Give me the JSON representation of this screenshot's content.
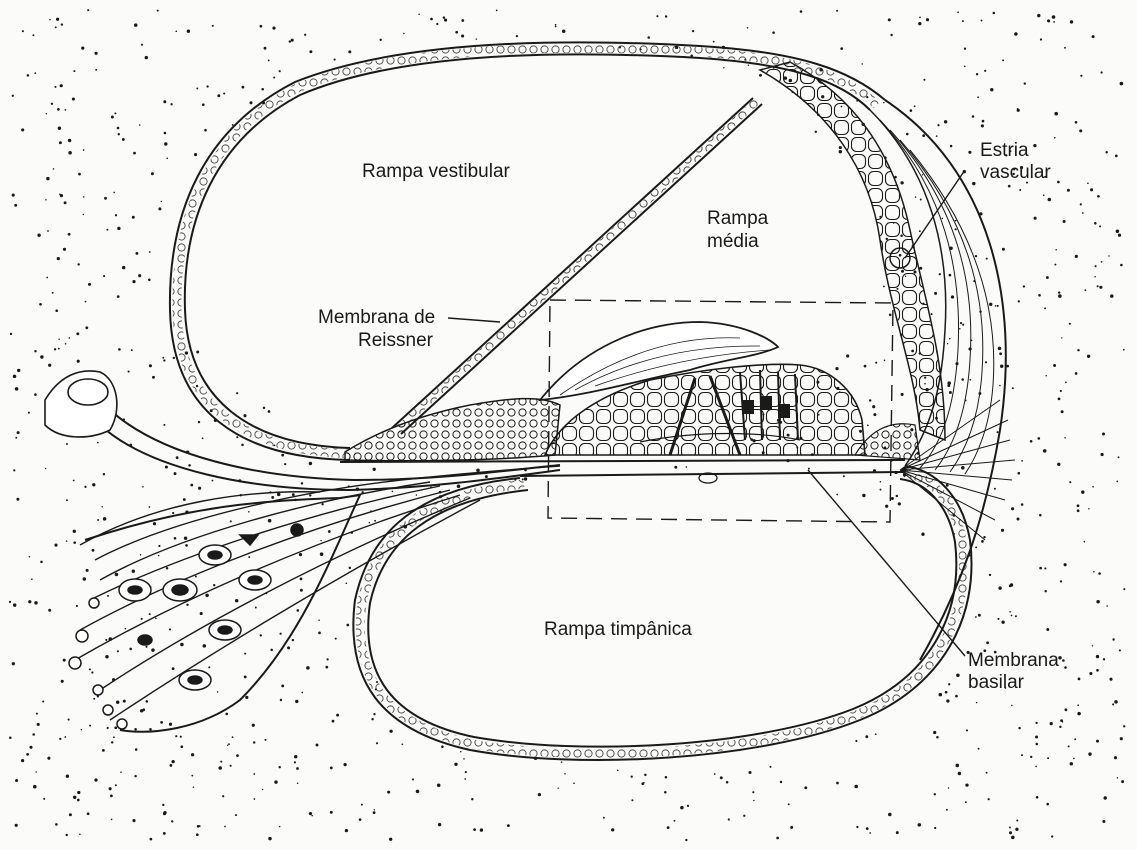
{
  "labels": {
    "rampa_vestibular": "Rampa vestibular",
    "rampa_media_1": "Rampa",
    "rampa_media_2": "média",
    "estria_1": "Estria",
    "estria_2": "vascular",
    "reissner_1": "Membrana de",
    "reissner_2": "Reissner",
    "rampa_timpanica": "Rampa timpânica",
    "basilar_1": "Membrana",
    "basilar_2": "basilar"
  },
  "colors": {
    "ink": "#1a1a1a",
    "paper": "#fbfbfa"
  }
}
